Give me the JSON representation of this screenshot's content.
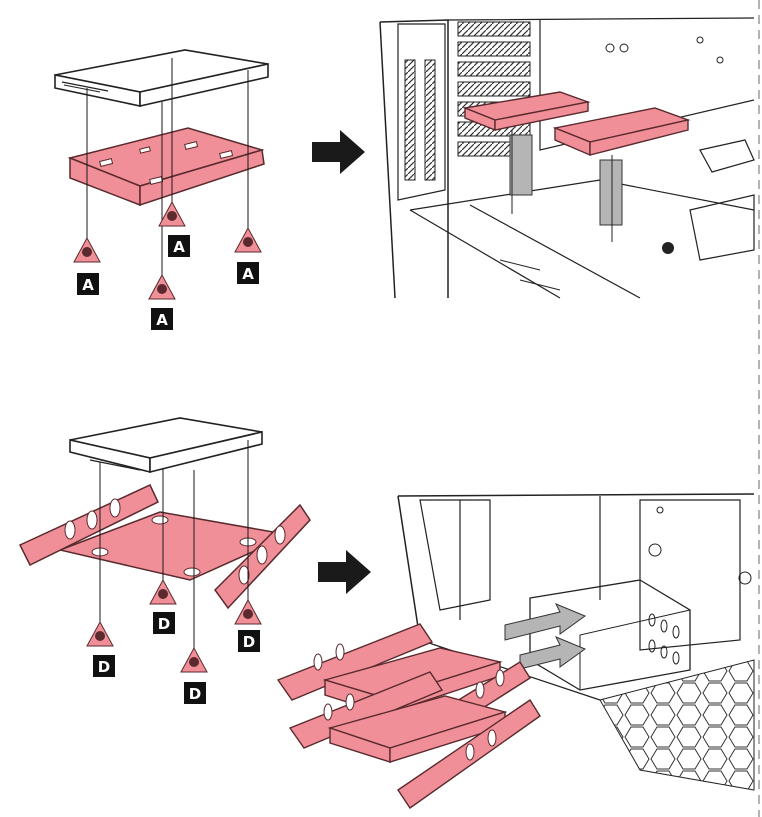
{
  "colors": {
    "part_fill": "#f08f98",
    "part_stroke": "#5a2a2e",
    "line": "#1a1a1a",
    "tag_bg": "#111111",
    "tag_text": "#ffffff",
    "divider": "#9a9a9a"
  },
  "icons": {
    "arrow": "right-arrow-icon",
    "screw": "screw-triangle-icon"
  },
  "top_step": {
    "labels": [
      "A",
      "A",
      "A",
      "A"
    ]
  },
  "bottom_step": {
    "labels": [
      "D",
      "D",
      "D",
      "D"
    ]
  }
}
